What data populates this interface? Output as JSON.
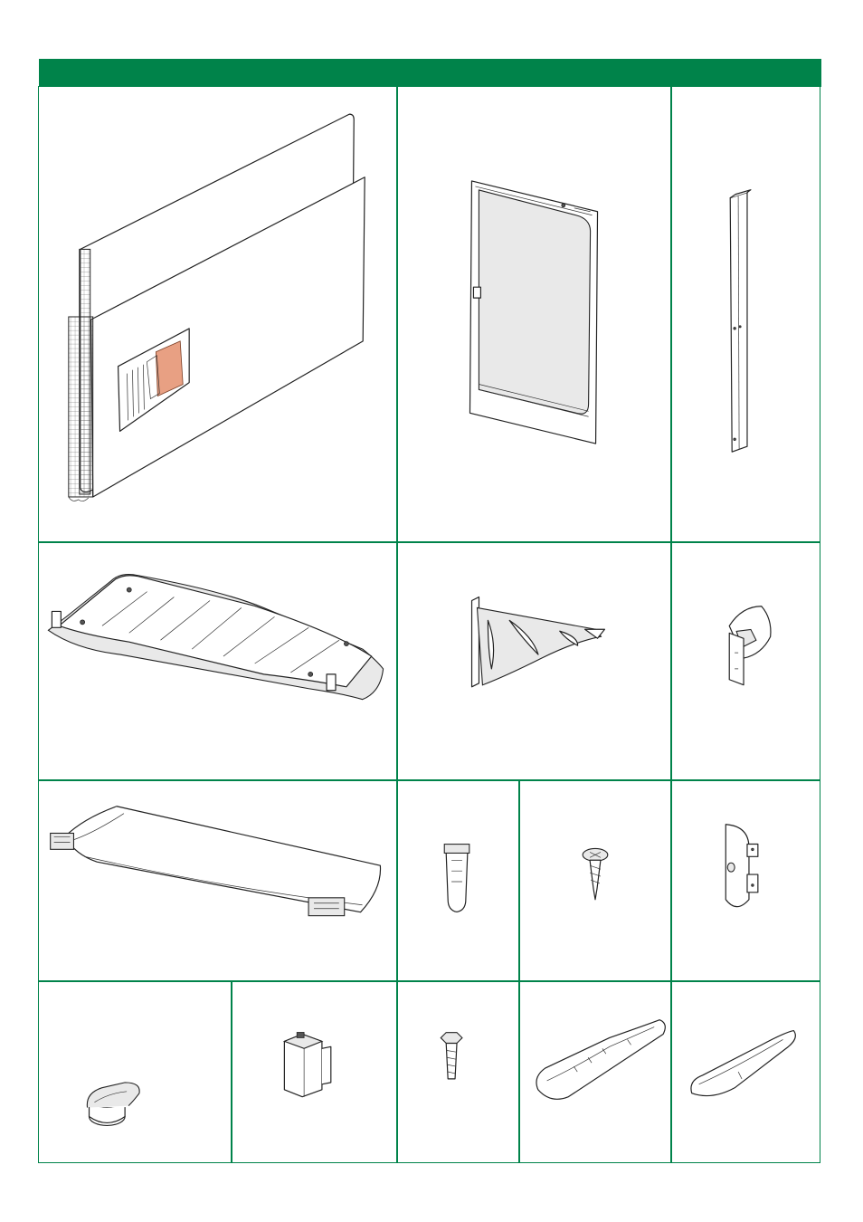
{
  "header": {
    "title": ""
  },
  "theme": {
    "accent_color": "#00834a",
    "label_color": "#e8a083"
  },
  "parts": [
    {
      "id": "panels",
      "icon": "back-panels-icon"
    },
    {
      "id": "door",
      "icon": "door-icon"
    },
    {
      "id": "rail",
      "icon": "vertical-rail-icon"
    },
    {
      "id": "base",
      "icon": "base-tray-icon"
    },
    {
      "id": "bracket",
      "icon": "shelf-bracket-icon"
    },
    {
      "id": "latch",
      "icon": "latch-clip-icon"
    },
    {
      "id": "top",
      "icon": "top-cover-icon"
    },
    {
      "id": "anchor",
      "icon": "wall-anchor-icon"
    },
    {
      "id": "screw",
      "icon": "screw-icon"
    },
    {
      "id": "plate",
      "icon": "mounting-plate-icon"
    },
    {
      "id": "knob",
      "icon": "knob-icon"
    },
    {
      "id": "clip",
      "icon": "clip-block-icon"
    },
    {
      "id": "bolt",
      "icon": "hex-bolt-icon"
    },
    {
      "id": "trim",
      "icon": "trim-cap-icon"
    },
    {
      "id": "handle",
      "icon": "handle-icon"
    }
  ]
}
